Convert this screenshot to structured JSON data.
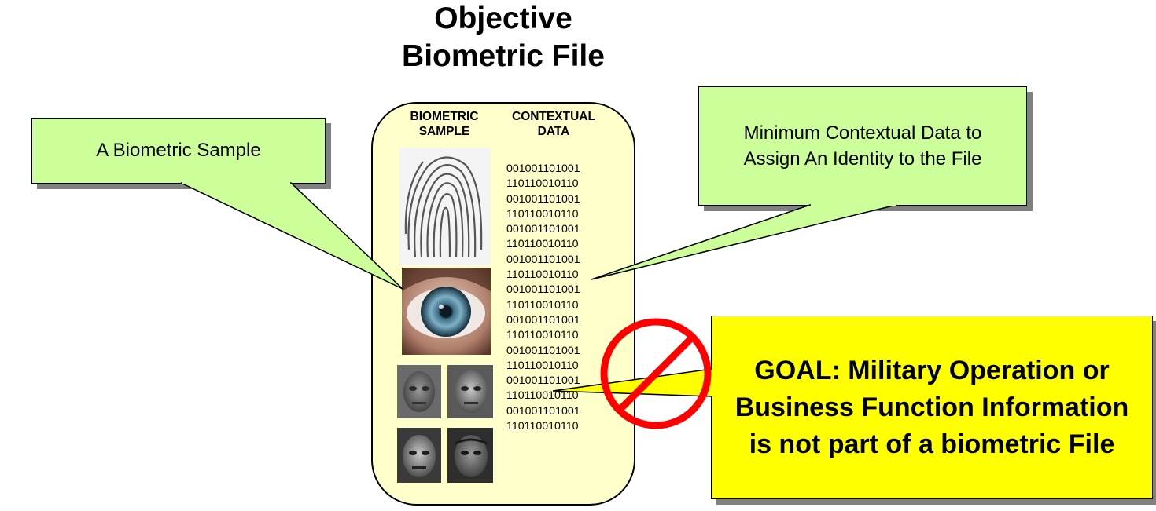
{
  "title": {
    "line1": "Objective",
    "line2": "Biometric File"
  },
  "file": {
    "col_sample": [
      "BIOMETRIC",
      "SAMPLE"
    ],
    "col_context": [
      "CONTEXTUAL",
      "DATA"
    ],
    "binary_rows": [
      "001001101001",
      "110110010110",
      "001001101001",
      "110110010110",
      "001001101001",
      "110110010110",
      "001001101001",
      "110110010110",
      "001001101001",
      "110110010110",
      "001001101001",
      "110110010110",
      "001001101001",
      "110110010110",
      "001001101001",
      "110110010110",
      "001001101001",
      "110110010110"
    ],
    "images": [
      "fingerprint",
      "eye",
      "face",
      "face",
      "face",
      "face"
    ]
  },
  "callouts": {
    "sample": "A Biometric Sample",
    "context": "Minimum Contextual Data to Assign An Identity to the File",
    "goal": "GOAL: Military Operation or Business Function Information is not part of a biometric File"
  },
  "colors": {
    "file_fill": "#ffffcc",
    "callout_green": "#ccff99",
    "callout_yellow": "#ffff00",
    "prohibition_red": "#ff0000"
  },
  "icons": [
    "fingerprint-image",
    "eye-image",
    "face-image",
    "prohibition-icon"
  ]
}
